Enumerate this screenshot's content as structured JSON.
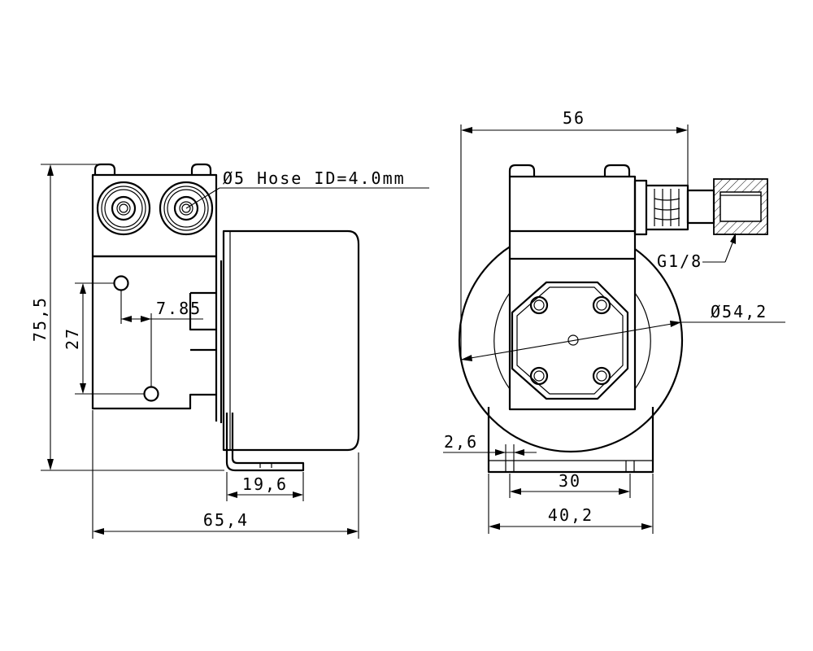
{
  "dimensions": {
    "left_height": "75,5",
    "left_hole_spacing": "27",
    "left_hole_offset": "7.85",
    "left_bracket_width": "19,6",
    "left_total_width": "65,4",
    "hose_note": "Ø5 Hose ID=4.0mm",
    "right_total_width": "56",
    "right_diameter": "Ø54,2",
    "right_thread": "G1/8",
    "right_plate_thickness": "2,6",
    "right_hole_spacing": "30",
    "right_base_width": "40,2"
  }
}
